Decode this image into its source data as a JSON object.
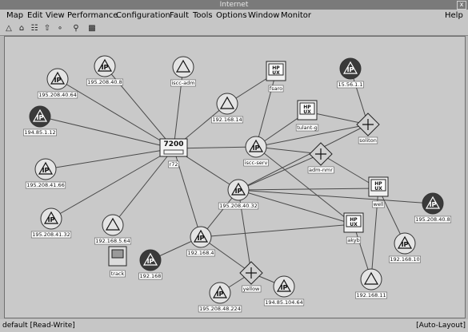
{
  "window": {
    "title": "Internet",
    "close_glyph": "x"
  },
  "menubar": {
    "items": [
      "Map",
      "Edit",
      "View",
      "Performance",
      "Configuration",
      "Fault",
      "Tools",
      "Options",
      "Window",
      "Monitor"
    ],
    "help": "Help"
  },
  "toolbar": {
    "icons": [
      "map-tool-icon",
      "home-icon",
      "network-icon",
      "up-level-icon",
      "topology-icon",
      "search-icon",
      "connect-icon"
    ]
  },
  "status": {
    "left": "default [Read-Write]",
    "right": "[Auto-Layout]"
  },
  "colors": {
    "light_node": "#e4e4e4",
    "dark_node": "#3a3a3a",
    "edge": "#4a4a4a",
    "diamond": "#d0d0d0"
  },
  "nodes": [
    {
      "label": "195.208.40.64",
      "icon": "ip",
      "style": "light"
    },
    {
      "label": "195.208.40.8",
      "icon": "ip",
      "style": "light"
    },
    {
      "label": "iscc-adm",
      "icon": "triangle",
      "style": "light"
    },
    {
      "label": "fsaro",
      "icon": "hpux",
      "style": "light"
    },
    {
      "label": "15.56.1.1",
      "icon": "ip",
      "style": "dark"
    },
    {
      "label": "194.85.1.12",
      "icon": "ip",
      "style": "dark"
    },
    {
      "label": "192.168.14",
      "icon": "triangle",
      "style": "light"
    },
    {
      "label": "tulant-g",
      "icon": "hpux",
      "style": "light"
    },
    {
      "label": "soliton",
      "icon": "router",
      "style": "light"
    },
    {
      "label": "r72",
      "icon": "switch",
      "style": "light",
      "badge": "7200"
    },
    {
      "label": "iscc-serv",
      "icon": "ip",
      "style": "light"
    },
    {
      "label": "adm-nmr",
      "icon": "router",
      "style": "light"
    },
    {
      "label": "195.208.41.66",
      "icon": "ip",
      "style": "light"
    },
    {
      "label": "195.208.40.32",
      "icon": "ip",
      "style": "light"
    },
    {
      "label": "well",
      "icon": "hpux",
      "style": "light"
    },
    {
      "label": "195.208.40.8",
      "icon": "ip",
      "style": "dark"
    },
    {
      "label": "195.208.41.32",
      "icon": "ip",
      "style": "light"
    },
    {
      "label": "192.168.5.64",
      "icon": "triangle",
      "style": "light"
    },
    {
      "label": "akyb",
      "icon": "hpux",
      "style": "light"
    },
    {
      "label": "192.168.4",
      "icon": "ip",
      "style": "light"
    },
    {
      "label": "192.168.10",
      "icon": "ip",
      "style": "light"
    },
    {
      "label": "track",
      "icon": "workstation",
      "style": "light"
    },
    {
      "label": "192.168",
      "icon": "ip",
      "style": "dark"
    },
    {
      "label": "yellow",
      "icon": "router",
      "style": "light"
    },
    {
      "label": "192.168.11",
      "icon": "triangle",
      "style": "light"
    },
    {
      "label": "195.208.48.224",
      "icon": "ip",
      "style": "light"
    },
    {
      "label": "194.85.104.64",
      "icon": "ip",
      "style": "light"
    }
  ]
}
